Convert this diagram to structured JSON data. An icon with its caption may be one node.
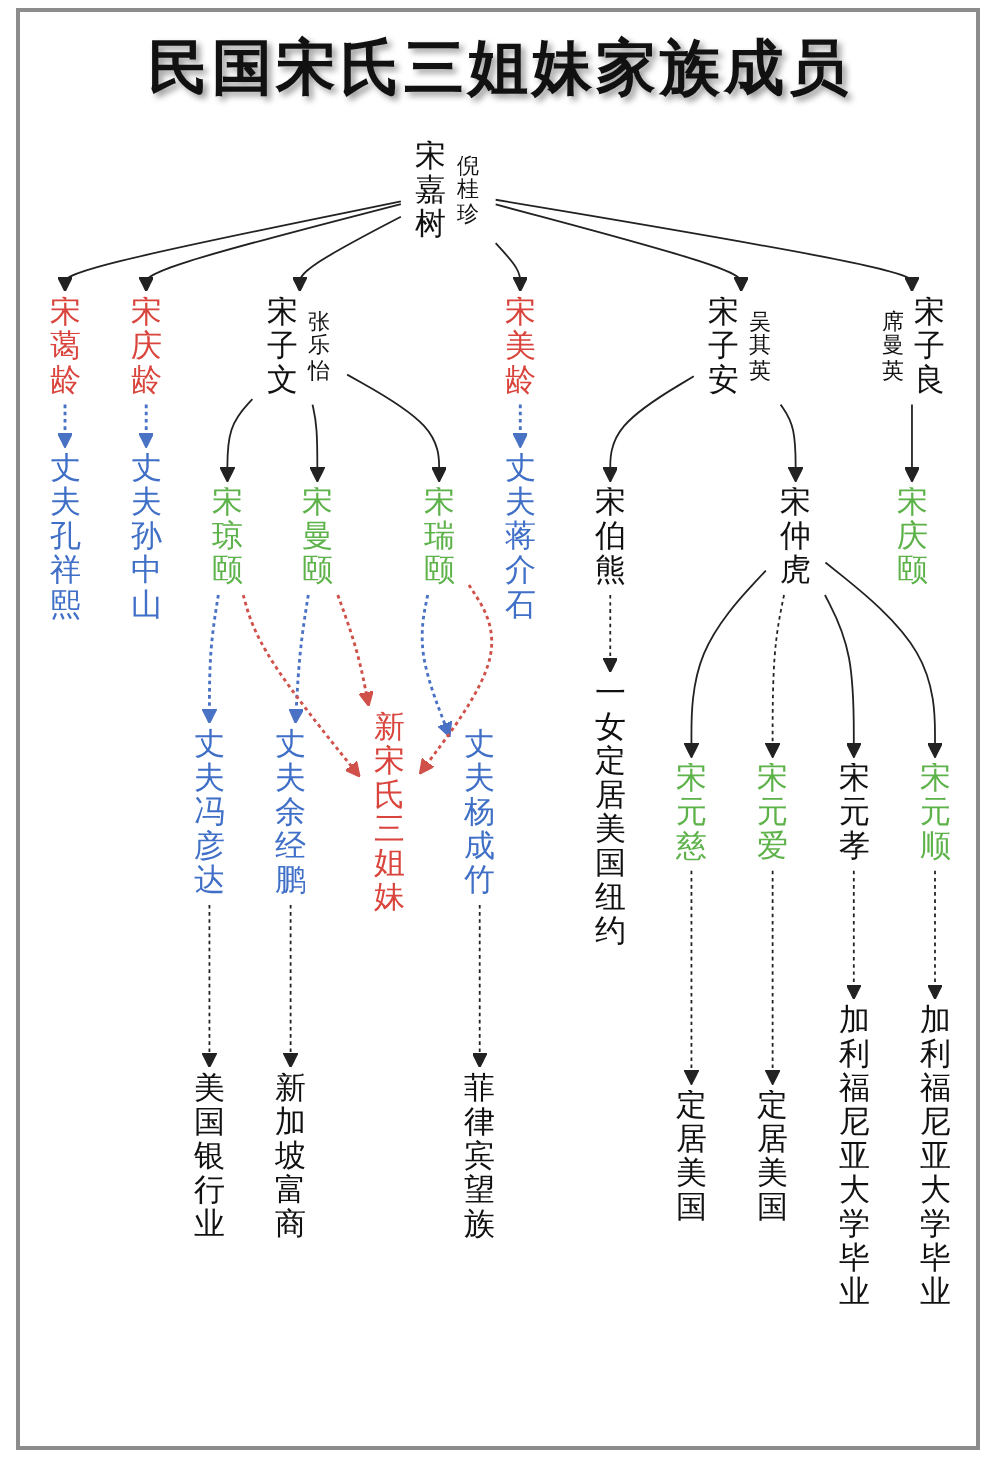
{
  "diagram": {
    "title": "民国宋氏三姐妹家族成员",
    "nodes": [
      {
        "text": [
          "宋嘉树"
        ],
        "beside": [
          "倪桂珍"
        ]
      },
      {
        "text": [
          "宋蔼龄"
        ]
      },
      {
        "text": [
          "宋庆龄"
        ]
      },
      {
        "text": [
          "宋子文"
        ],
        "beside": [
          "张乐怡"
        ]
      },
      {
        "text": [
          "宋美龄"
        ]
      },
      {
        "text": [
          "宋子安"
        ],
        "beside": [
          "吴其英"
        ]
      },
      {
        "text": [
          "宋子良"
        ],
        "beside": [
          "席曼英"
        ]
      },
      {
        "text": [
          "丈夫孔祥熙"
        ]
      },
      {
        "text": [
          "丈夫孙中山"
        ]
      },
      {
        "text": [
          "宋琼颐"
        ]
      },
      {
        "text": [
          "宋曼颐"
        ]
      },
      {
        "text": [
          "宋瑞颐"
        ]
      },
      {
        "text": [
          "丈夫蒋介石"
        ]
      },
      {
        "text": [
          "宋伯熊"
        ]
      },
      {
        "text": [
          "宋仲虎"
        ]
      },
      {
        "text": [
          "宋庆颐"
        ]
      },
      {
        "text": [
          "丈夫冯彦达"
        ]
      },
      {
        "text": [
          "丈夫余经鹏"
        ]
      },
      {
        "text": [
          "丈夫杨成竹"
        ]
      },
      {
        "text": [
          "新宋氏三姐妹"
        ]
      },
      {
        "text": [
          "一女定居美国纽约"
        ]
      },
      {
        "text": [
          "宋元慈"
        ]
      },
      {
        "text": [
          "宋元爱"
        ]
      },
      {
        "text": [
          "宋元孝"
        ]
      },
      {
        "text": [
          "宋元顺"
        ]
      },
      {
        "text": [
          "美国银行业"
        ]
      },
      {
        "text": [
          "新加坡富商"
        ]
      },
      {
        "text": [
          "菲律宾望族"
        ]
      },
      {
        "text": [
          "定居美国"
        ]
      },
      {
        "text": [
          "定居美国"
        ]
      },
      {
        "text": [
          "加利福尼亚大学毕业"
        ]
      },
      {
        "text": [
          "加利福尼亚大学毕业"
        ]
      }
    ],
    "edges": [
      {
        "from": 0,
        "to": 1,
        "arrow": "to"
      },
      {
        "from": 0,
        "to": 2,
        "arrow": "to"
      },
      {
        "from": 0,
        "to": 3,
        "arrow": "to"
      },
      {
        "from": 0,
        "to": 4,
        "arrow": "to"
      },
      {
        "from": 0,
        "to": 5,
        "arrow": "to"
      },
      {
        "from": 0,
        "to": 6,
        "arrow": "to"
      },
      {
        "from": 1,
        "to": 7,
        "arrow": "to",
        "style": "dashed",
        "color": "#4a72c4"
      },
      {
        "from": 2,
        "to": 8,
        "arrow": "to",
        "style": "dashed",
        "color": "#4a72c4"
      },
      {
        "from": 3,
        "to": 9,
        "arrow": "to"
      },
      {
        "from": 3,
        "to": 10,
        "arrow": "to"
      },
      {
        "from": 3,
        "to": 11,
        "arrow": "to"
      },
      {
        "from": 4,
        "to": 12,
        "arrow": "to",
        "style": "dashed",
        "color": "#4a72c4"
      },
      {
        "from": 5,
        "to": 13,
        "arrow": "to"
      },
      {
        "from": 5,
        "to": 14,
        "arrow": "to"
      },
      {
        "from": 6,
        "to": 15,
        "arrow": "to"
      },
      {
        "from": 9,
        "to": 16,
        "arrow": "to",
        "style": "dashed",
        "color": "#4a72c4"
      },
      {
        "from": 10,
        "to": 17,
        "arrow": "to",
        "style": "dashed",
        "color": "#4a72c4"
      },
      {
        "from": 11,
        "to": 18,
        "arrow": "to",
        "style": "dashed",
        "color": "#4a72c4"
      },
      {
        "from": 9,
        "to": 19,
        "arrow": "to",
        "style": "dashed",
        "color": "#d0504a"
      },
      {
        "from": 10,
        "to": 19,
        "arrow": "to",
        "style": "dashed",
        "color": "#d0504a"
      },
      {
        "from": 11,
        "to": 19,
        "arrow": "to",
        "style": "dashed",
        "color": "#d0504a"
      },
      {
        "from": 13,
        "to": 20,
        "arrow": "to",
        "style": "dashed"
      },
      {
        "from": 14,
        "to": 21,
        "arrow": "to"
      },
      {
        "from": 14,
        "to": 22,
        "arrow": "to",
        "style": "dashed"
      },
      {
        "from": 14,
        "to": 23,
        "arrow": "to"
      },
      {
        "from": 14,
        "to": 24,
        "arrow": "to"
      },
      {
        "from": 16,
        "to": 25,
        "arrow": "to",
        "style": "dashed"
      },
      {
        "from": 17,
        "to": 26,
        "arrow": "to",
        "style": "dashed"
      },
      {
        "from": 18,
        "to": 27,
        "arrow": "to",
        "style": "dashed"
      },
      {
        "from": 21,
        "to": 28,
        "arrow": "to",
        "style": "dashed"
      },
      {
        "from": 22,
        "to": 29,
        "arrow": "to",
        "style": "dashed"
      },
      {
        "from": 23,
        "to": 30,
        "arrow": "to",
        "style": "dashed"
      },
      {
        "from": 24,
        "to": 31,
        "arrow": "to",
        "style": "dashed"
      }
    ]
  }
}
